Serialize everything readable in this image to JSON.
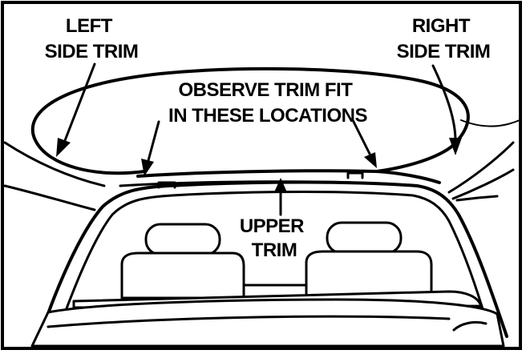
{
  "labels": {
    "left_side_trim": [
      "LEFT",
      "SIDE TRIM"
    ],
    "right_side_trim": [
      "RIGHT",
      "SIDE TRIM"
    ],
    "observe": [
      "OBSERVE TRIM FIT",
      "IN THESE LOCATIONS"
    ],
    "upper_trim": [
      "UPPER",
      "TRIM"
    ]
  },
  "colors": {
    "ink": "#000000",
    "paper": "#ffffff"
  }
}
